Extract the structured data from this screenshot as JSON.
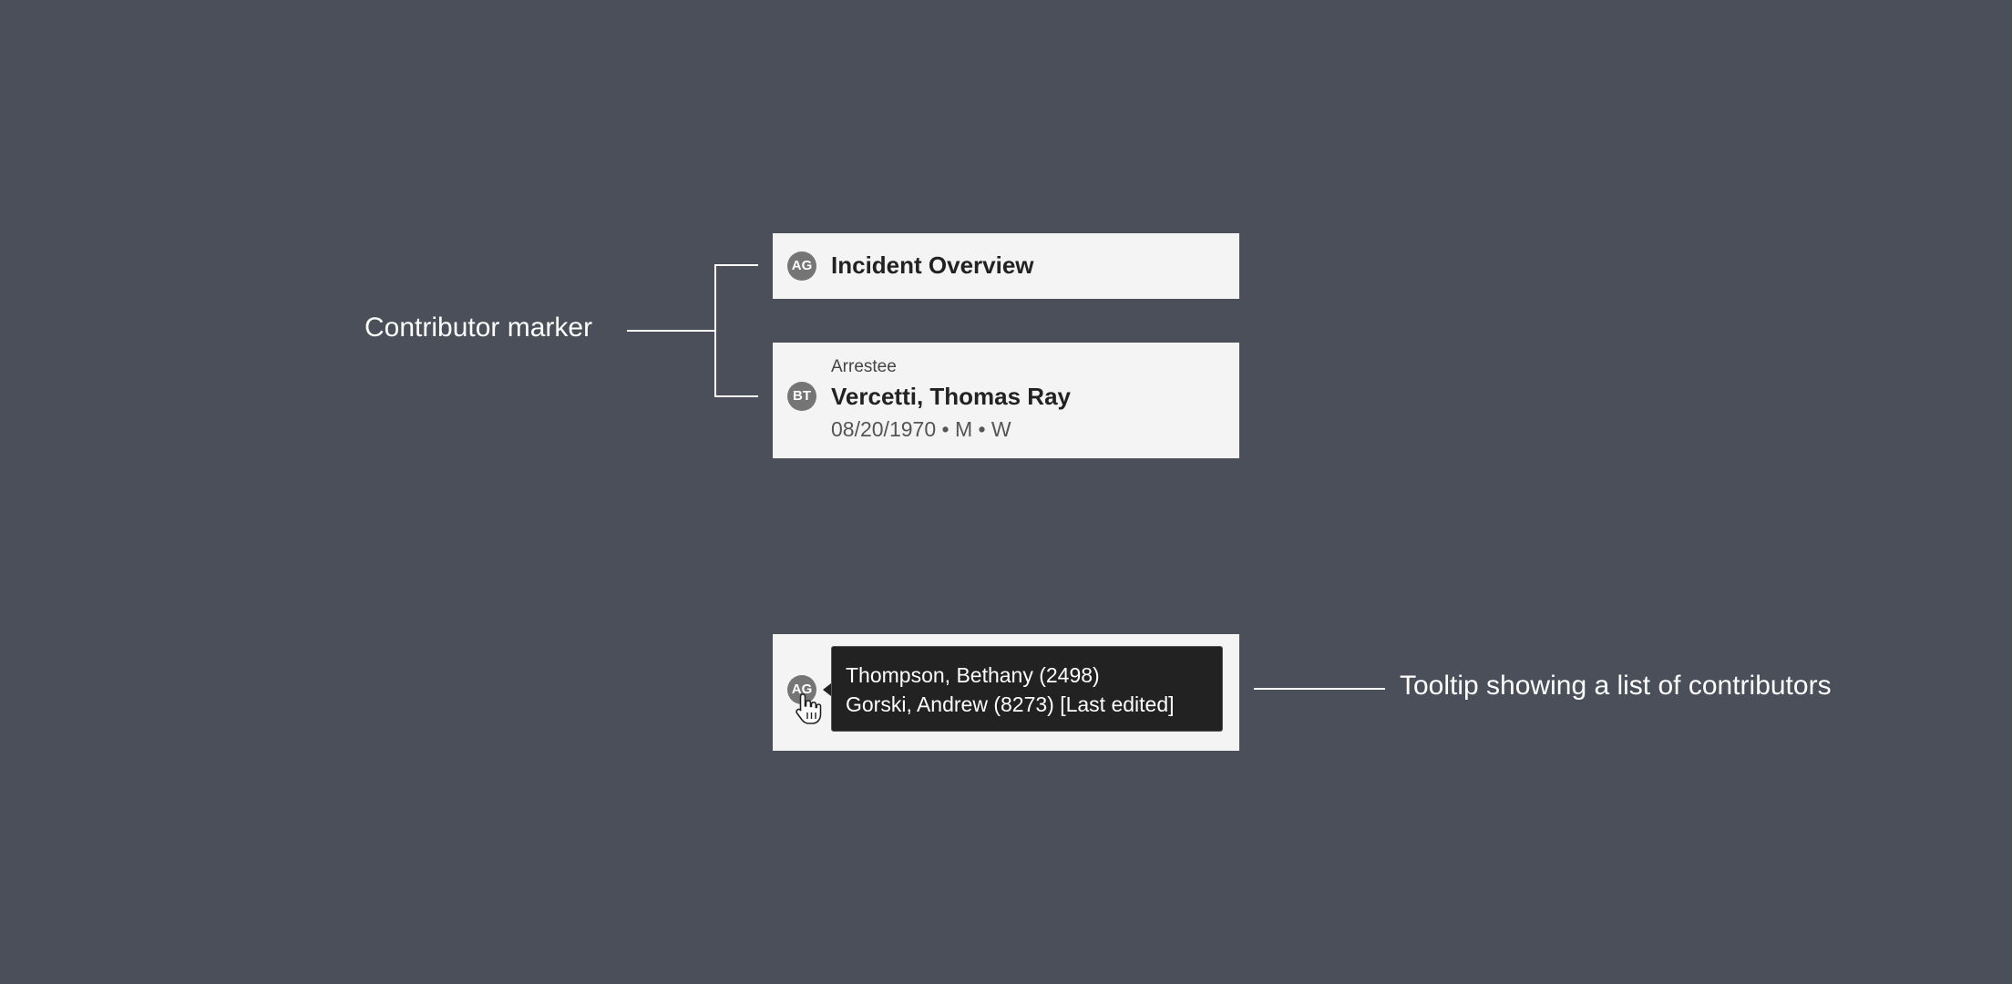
{
  "annotations": {
    "contributor_marker": "Contributor marker",
    "tooltip_label": "Tooltip showing a list of contributors"
  },
  "cards": {
    "incident": {
      "avatar": "AG",
      "title": "Incident Overview"
    },
    "arrestee": {
      "avatar": "BT",
      "label": "Arrestee",
      "name": "Vercetti, Thomas Ray",
      "details": "08/20/1970 • M • W"
    },
    "tooltip_card": {
      "avatar": "AG",
      "contributors": [
        "Thompson, Bethany (2498)",
        "Gorski, Andrew (8273) [Last edited]"
      ]
    }
  },
  "colors": {
    "background": "#4b4f59",
    "card": "#f4f4f4",
    "avatar": "#757575",
    "tooltip": "#222222"
  },
  "icons": {
    "cursor": "hand-pointer-icon"
  }
}
